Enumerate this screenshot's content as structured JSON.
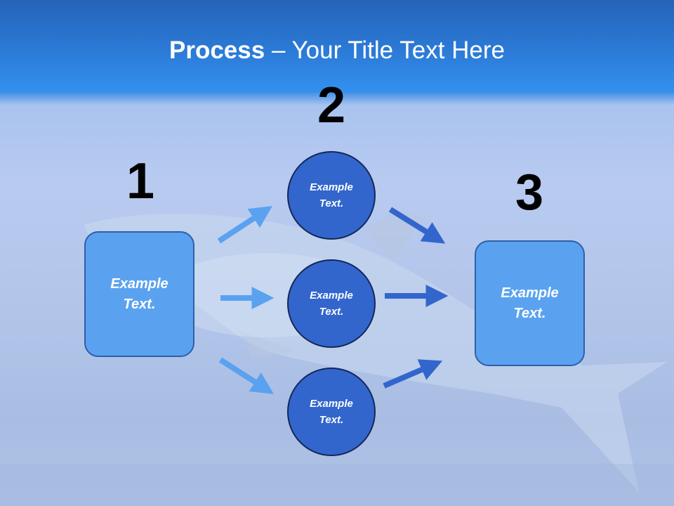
{
  "title": {
    "bold": "Process",
    "rest": " – Your Title Text Here"
  },
  "steps": [
    {
      "number": "1",
      "text": "Example Text."
    },
    {
      "number": "2",
      "items": [
        "Example Text.",
        "Example Text.",
        "Example Text."
      ]
    },
    {
      "number": "3",
      "text": "Example Text."
    }
  ],
  "colors": {
    "box": "#5aa2f0",
    "circle": "#3366cc",
    "arrow_light": "#5aa2f0",
    "arrow_dark": "#3366cc"
  }
}
